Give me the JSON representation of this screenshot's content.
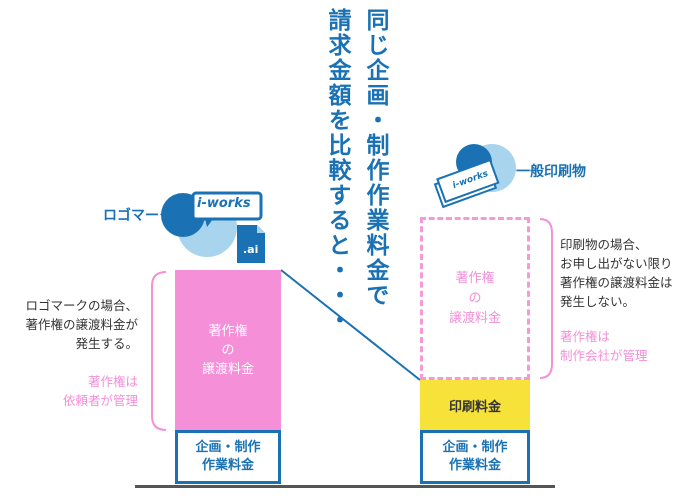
{
  "title": {
    "line1": "同じ企画・制作作業料金で",
    "line2": "請求金額を比較すると・・・"
  },
  "left": {
    "icon_label": "ロゴマーク",
    "brand": "i-works",
    "file_ext": ".ai",
    "rights_fee_lines": [
      "著作権",
      "の",
      "譲渡料金"
    ],
    "base_cost_lines": [
      "企画・制作",
      "作業料金"
    ],
    "note_lines": [
      "ロゴマークの場合、",
      "著作権の譲渡料金が",
      "発生する。"
    ],
    "note_pink_lines": [
      "著作権は",
      "依頼者が管理"
    ]
  },
  "right": {
    "icon_label": "一般印刷物",
    "brand": "i-works",
    "rights_fee_lines": [
      "著作権",
      "の",
      "譲渡料金"
    ],
    "print_fee": "印刷料金",
    "base_cost_lines": [
      "企画・制作",
      "作業料金"
    ],
    "note_lines": [
      "印刷物の場合、",
      "お申し出がない限り",
      "著作権の譲渡料金は",
      "発生しない。"
    ],
    "note_pink_lines": [
      "著作権は",
      "制作会社が管理"
    ]
  },
  "colors": {
    "blue": "#1a72b4",
    "light_blue": "#a8d4ee",
    "pink": "#f48fd8",
    "yellow": "#f7e23a"
  }
}
